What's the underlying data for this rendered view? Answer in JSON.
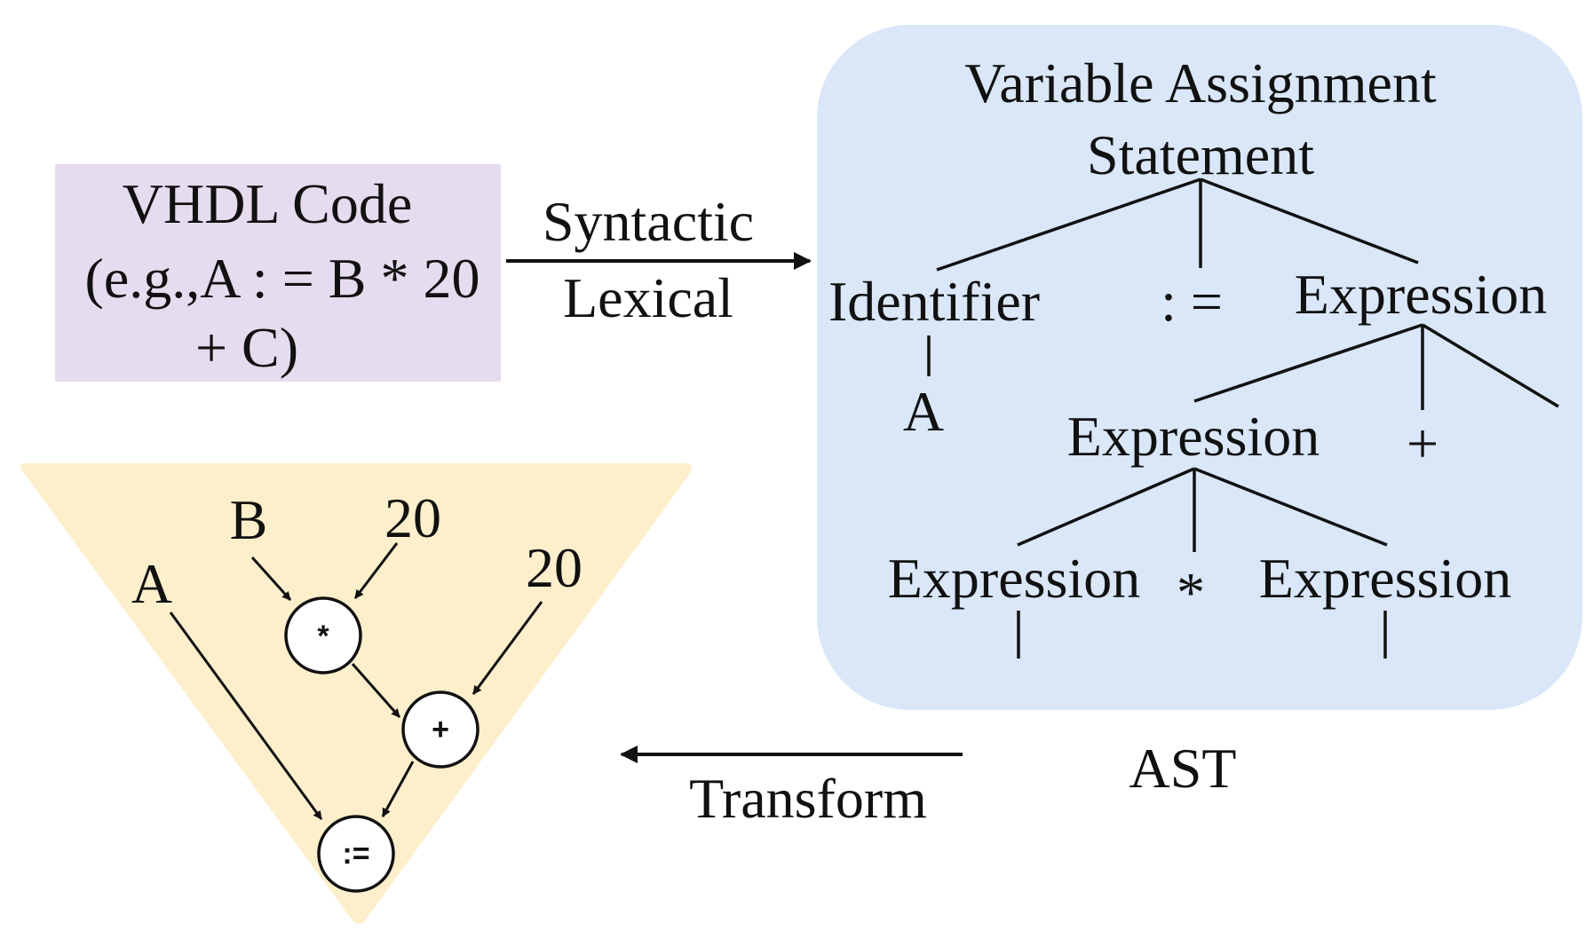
{
  "colors": {
    "vhdl_box": "#e6dcef",
    "ast_panel": "#d9e7f8",
    "dfg_triangle": "#fdefcb",
    "line": "#111111",
    "node_fill": "#ffffff"
  },
  "vhdl_box": {
    "line1": "VHDL Code",
    "line2": "(e.g.,A : = B * 20",
    "line3": "+ C)"
  },
  "arrow_forward": {
    "label_top": "Syntactic",
    "label_bottom": "Lexical"
  },
  "ast": {
    "title_line1": "Variable Assignment",
    "title_line2": "Statement",
    "identifier": "Identifier",
    "assign_op": ": =",
    "expression_root": "Expression",
    "identifier_value": "A",
    "expression_left": "Expression",
    "plus_op": "+",
    "expression_mul_left": "Expression",
    "mul_op": "*",
    "expression_mul_right": "Expression",
    "caption": "AST"
  },
  "arrow_back": {
    "label": "Transform"
  },
  "dfg": {
    "input_a": "A",
    "input_b": "B",
    "input_20_first": "20",
    "input_20_second": "20",
    "node_mul": "*",
    "node_add": "+",
    "node_assign": ":="
  }
}
